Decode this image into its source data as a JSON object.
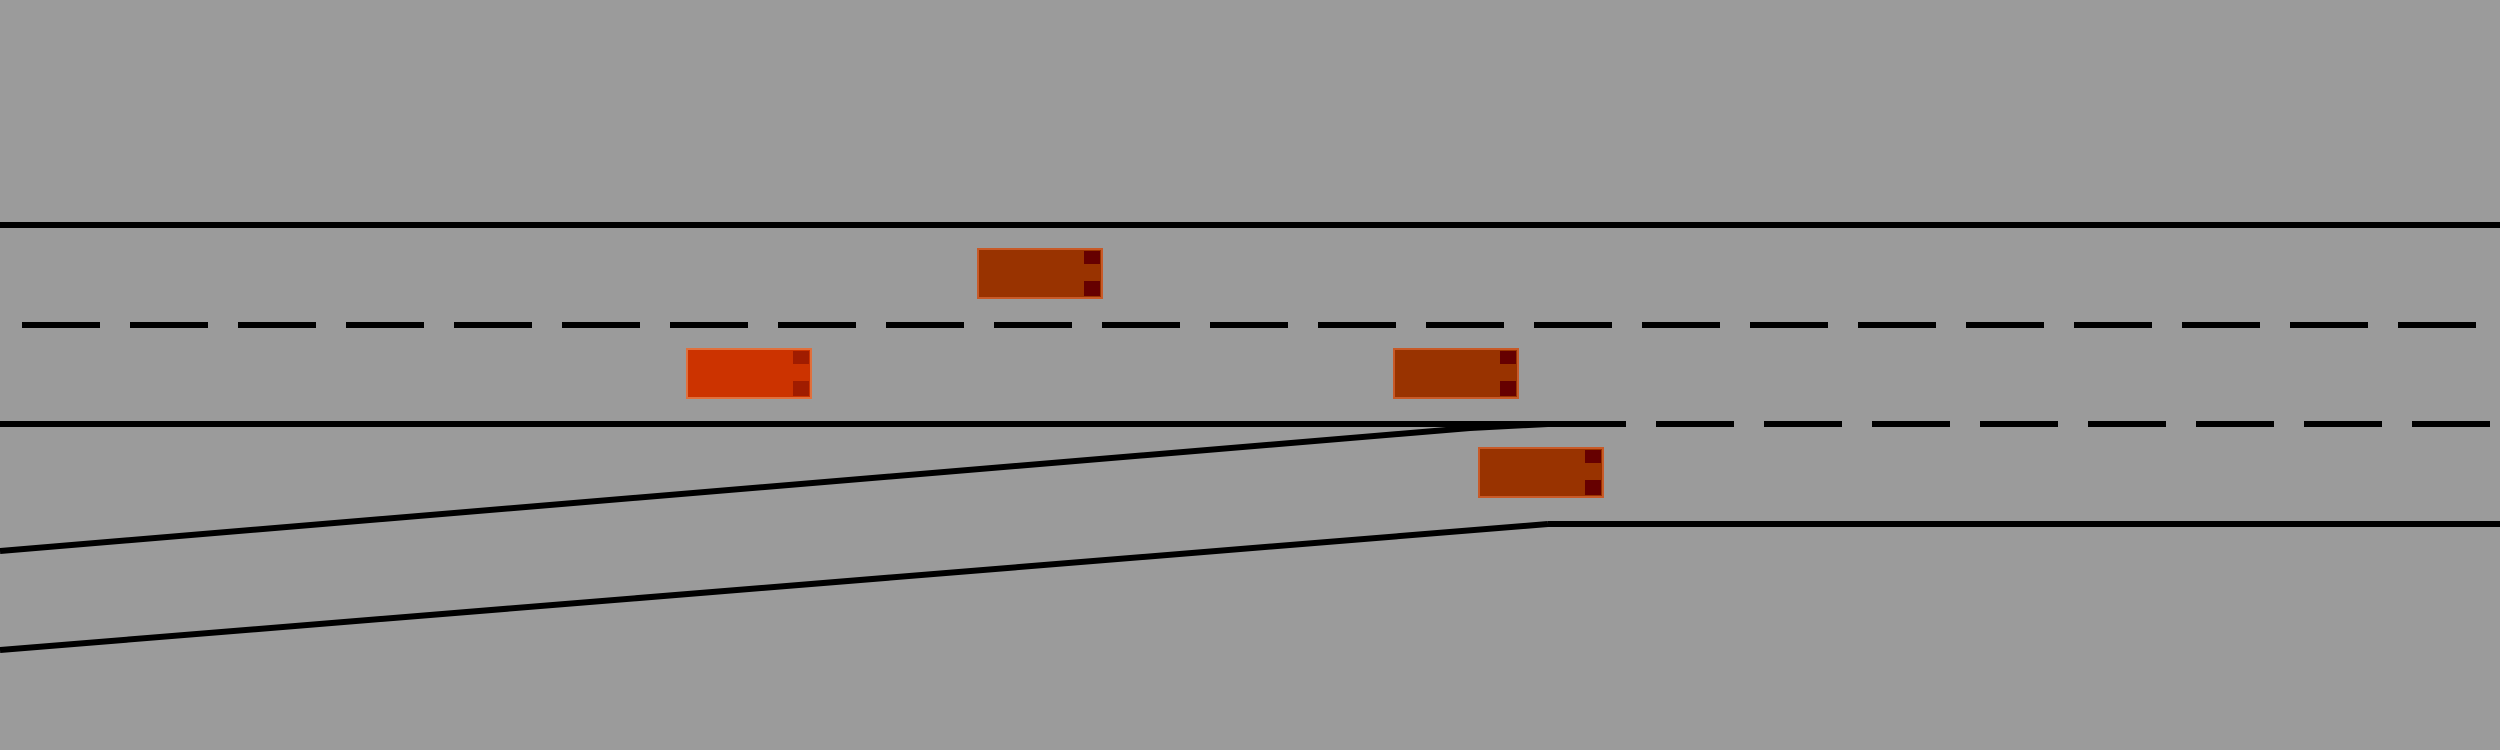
{
  "scene": {
    "type": "highway-merge-simulation",
    "background_color": "#9b9b9b",
    "line_color": "#000000",
    "main_road_lanes": 2,
    "on_ramp_lanes": 1,
    "merge_side": "right"
  },
  "vehicles": [
    {
      "id": "ego",
      "role": "ego-vehicle",
      "lane": "main-right",
      "color": "#cc3300",
      "light_color": "#a01c00"
    },
    {
      "id": "v1",
      "role": "other-vehicle",
      "lane": "main-left",
      "color": "#993300",
      "light_color": "#660000"
    },
    {
      "id": "v2",
      "role": "other-vehicle",
      "lane": "main-right",
      "color": "#993300",
      "light_color": "#660000"
    },
    {
      "id": "v3",
      "role": "other-vehicle",
      "lane": "merge-lane",
      "color": "#993300",
      "light_color": "#660000"
    }
  ]
}
